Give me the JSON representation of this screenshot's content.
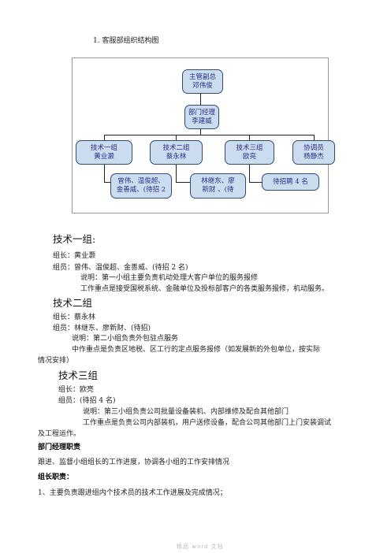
{
  "title": "1.   客服部组织结构图",
  "org": {
    "vp": {
      "role": "主管副总",
      "name": "邓伟俊"
    },
    "manager": {
      "role": "部门经理",
      "name": "李建威"
    },
    "groups": [
      {
        "role": "技术一组",
        "name": "黄业灏"
      },
      {
        "role": "技术二组",
        "name": "蔡永林"
      },
      {
        "role": "技术三组",
        "name": "欧亮"
      },
      {
        "role": "协调员",
        "name": "杨静杰"
      }
    ],
    "members": [
      {
        "line1": "曾伟、温俊超、",
        "line2": "金善威、(待招 2"
      },
      {
        "line1": "林继东、廖",
        "line2": "新财 、(待"
      },
      {
        "line1": "待招聘 4 名",
        "line2": ""
      }
    ]
  },
  "sections": [
    {
      "heading": "技术一组:",
      "leader": "组长：黄业灏",
      "members": "组员：曾伟、温俊超、金善威、(待招 2 名)",
      "note": "说明：第一小组主要负责机动处理大客户单位的服务报修",
      "focus": "工作重点是接受国税系统、金融单位及投标部客户的各类服务报修，机动服务。"
    },
    {
      "heading": "技术二组",
      "leader": "组长：蔡永林",
      "members": "组员：林继东、廖新财、(待招)",
      "note": "说明：第二小组负责外包驻点服务",
      "focus": "中作重点是负责区地税、区工行的定点服务报修（如发展新的外包单位，按实际",
      "focus_cont": "情况安排）"
    },
    {
      "heading": "技术三组",
      "leader": "组长：欧亮",
      "members": "组员：(待招 4 名)",
      "note": "说明：第三小组负责公司批量设备装机、内部维修及配合其他部门",
      "focus": "工作重点是负责公司内部装机，用户送修设备，配合公司其他部门上门安装调试",
      "focus_cont": "及工程运作。"
    }
  ],
  "manager_duty": {
    "heading": "部门经理职责",
    "text": "跟进、监督小组组长的工作进度，协调各小组的工作安排情况"
  },
  "leader_duty": {
    "heading": "组长职责：",
    "item1": "1、主要负责跟进组内个技术员的技术工作进展及完成情况；"
  },
  "footer": "精品 word 文档"
}
